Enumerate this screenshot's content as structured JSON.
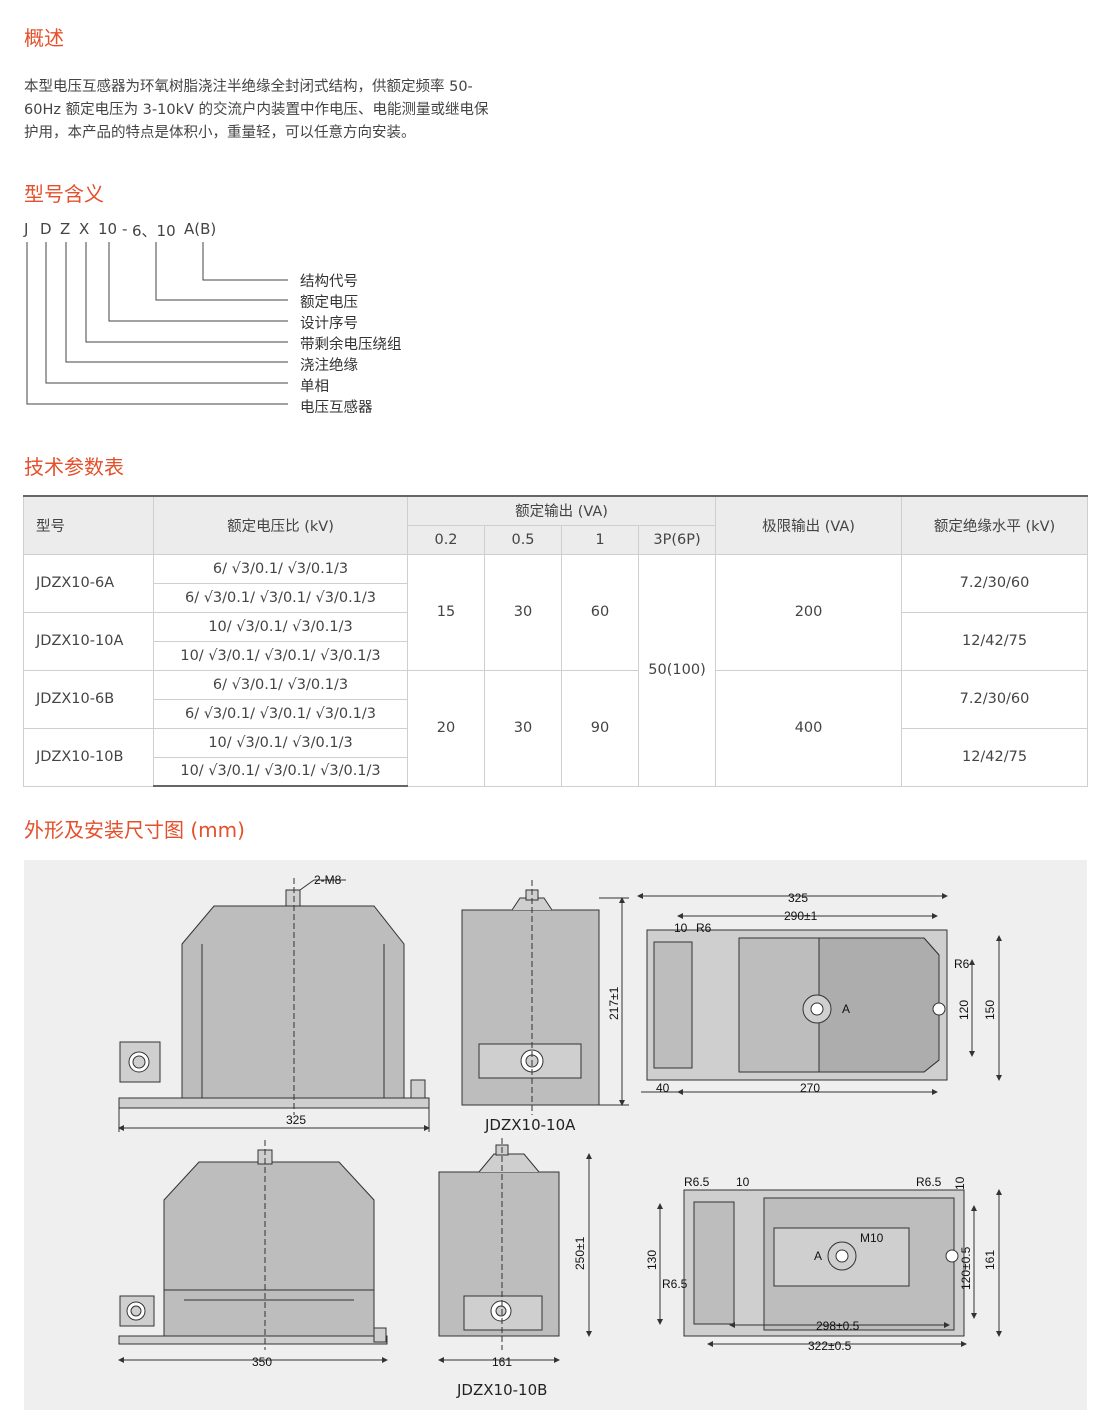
{
  "overview": {
    "title": "概述",
    "lines": [
      "本型电压互感器为环氧树脂浇注半绝缘全封闭式结构，供额定频率 50-",
      "60Hz 额定电压为 3-10kV 的交流户内装置中作电压、电能测量或继电保",
      "护用，本产品的特点是体积小，重量轻，可以任意方向安装。"
    ]
  },
  "model_meaning": {
    "title": "型号含义",
    "code_parts": [
      "J",
      "D",
      "Z",
      "X",
      "10",
      "-",
      "6、10",
      "A(B)"
    ],
    "meanings": [
      "结构代号",
      "额定电压",
      "设计序号",
      "带剩余电压绕组",
      "浇注绝缘",
      "单相",
      "电压互感器"
    ]
  },
  "spec_table": {
    "title": "技术参数表",
    "headers": {
      "model": "型号",
      "ratio": "额定电压比 (kV)",
      "output": "额定输出 (VA)",
      "output_classes": [
        "0.2",
        "0.5",
        "1",
        "3P(6P)"
      ],
      "limit": "极限输出 (VA)",
      "insulation": "额定绝缘水平 (kV)"
    },
    "rows": [
      {
        "model": "JDZX10-6A",
        "ratios": [
          "6/ √3/0.1/ √3/0.1/3",
          "6/ √3/0.1/ √3/0.1/ √3/0.1/3"
        ],
        "insulation": "7.2/30/60"
      },
      {
        "model": "JDZX10-10A",
        "ratios": [
          "10/ √3/0.1/ √3/0.1/3",
          "10/ √3/0.1/ √3/0.1/ √3/0.1/3"
        ],
        "insulation": "12/42/75"
      },
      {
        "model": "JDZX10-6B",
        "ratios": [
          "6/ √3/0.1/ √3/0.1/3",
          "6/ √3/0.1/ √3/0.1/ √3/0.1/3"
        ],
        "insulation": "7.2/30/60"
      },
      {
        "model": "JDZX10-10B",
        "ratios": [
          "10/ √3/0.1/ √3/0.1/3",
          "10/ √3/0.1/ √3/0.1/ √3/0.1/3"
        ],
        "insulation": "12/42/75"
      }
    ],
    "group_a": {
      "c02": "15",
      "c05": "30",
      "c1": "60",
      "limit": "200"
    },
    "group_b": {
      "c02": "20",
      "c05": "30",
      "c1": "90",
      "limit": "400"
    },
    "c3p": "50(100)"
  },
  "dimensions": {
    "title": "外形及安装尺寸图 (mm)",
    "caption_a": "JDZX10-10A",
    "caption_b": "JDZX10-10B",
    "labels": {
      "m8": "2-M8",
      "w325": "325",
      "h217": "217±1",
      "top325": "325",
      "w290": "290±1",
      "d10a": "10",
      "r6a": "R6",
      "r6b": "R6",
      "d120": "120",
      "d150": "150",
      "d40": "40",
      "d270": "270",
      "w350": "350",
      "h250": "250±1",
      "w161": "161",
      "r65a": "R6.5",
      "d10b": "10",
      "r65b": "R6.5",
      "d10c": "10",
      "d130": "130",
      "r65c": "R6.5",
      "m10": "M10",
      "d120b": "120±0.5",
      "d161": "161",
      "w298": "298±0.5",
      "w322": "322±0.5",
      "arrowA": "A"
    }
  }
}
